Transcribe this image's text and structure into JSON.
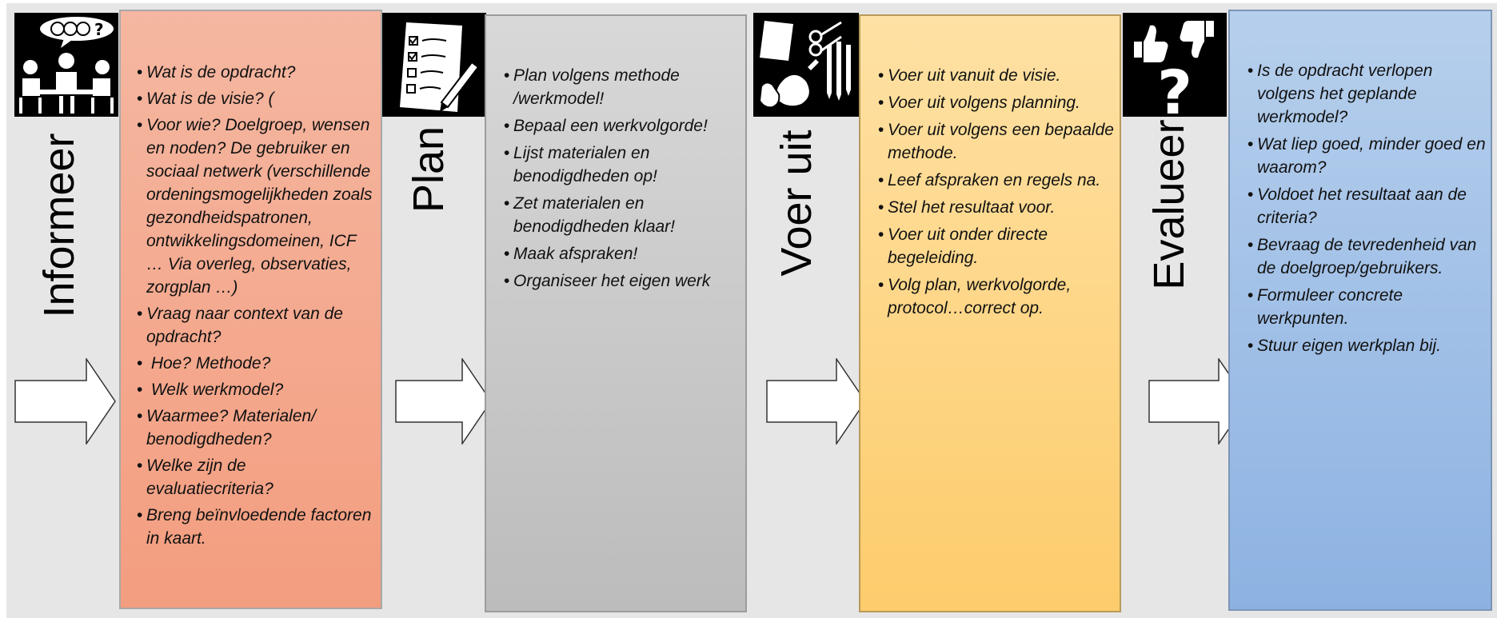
{
  "stages": [
    {
      "label": "Informeer",
      "icon": "conversation-icon",
      "color": "#f4a98e",
      "items": [
        "Wat is de opdracht?",
        "Wat is de visie? (",
        "Voor wie? Doelgroep, wensen en noden? De gebruiker en sociaal netwerk (verschillende ordeningsmogelijkheden zoals gezondheidspatronen, ontwikkelingsdomeinen, ICF … Via overleg, observaties, zorgplan …)",
        "Vraag naar context van de opdracht?",
        " Hoe? Methode?",
        " Welk werkmodel?",
        "Waarmee? Materialen/ benodigdheden?",
        "Welke zijn de evaluatiecriteria?",
        "Breng beïnvloedende factoren in kaart."
      ]
    },
    {
      "label": "Plan",
      "icon": "checklist-icon",
      "color": "#c8c8c8",
      "items": [
        "Plan volgens methode /werkmodel!",
        "Bepaal een werkvolgorde!",
        "Lijst materialen en benodigdheden op!",
        "Zet materialen en benodigdheden klaar!",
        "Maak afspraken!",
        "Organiseer het eigen werk"
      ]
    },
    {
      "label": "Voer uit",
      "icon": "craft-tools-icon",
      "color": "#fdd68a",
      "items": [
        "Voer uit vanuit de visie.",
        "Voer uit volgens planning.",
        "Voer uit volgens een bepaalde methode.",
        "Leef afspraken en regels na.",
        "Stel het resultaat voor.",
        "Voer uit onder directe begeleiding.",
        "Volg plan, werkvolgorde, protocol…correct op."
      ]
    },
    {
      "label": "Evalueer",
      "icon": "thumbs-question-icon",
      "color": "#a3c1e8",
      "items": [
        "Is de opdracht verlopen volgens het geplande werkmodel?",
        "Wat liep goed, minder goed en waarom?",
        "Voldoet het resultaat aan de criteria?",
        "Bevraag de tevredenheid van de doelgroep/gebruikers.",
        "Formuleer concrete werkpunten.",
        "Stuur eigen werkplan bij."
      ]
    }
  ]
}
